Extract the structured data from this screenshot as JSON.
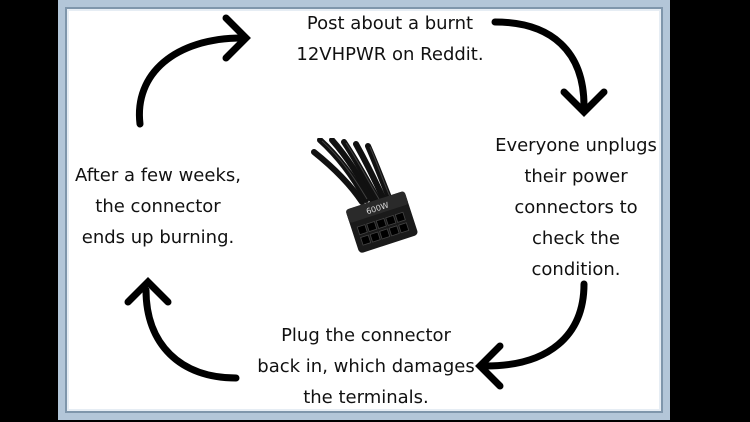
{
  "steps": {
    "top": "Post about a burnt\n12VHPWR on Reddit.",
    "right": "Everyone unplugs\ntheir power\nconnectors to\ncheck the\ncondition.",
    "bottom": "Plug the connector\nback in, which damages\nthe terminals.",
    "left": "After a few weeks,\nthe connector\nends up burning."
  },
  "connector_label": "600W",
  "colors": {
    "frame": "#b3c6d8",
    "text": "#111111",
    "arrow": "#000000"
  }
}
